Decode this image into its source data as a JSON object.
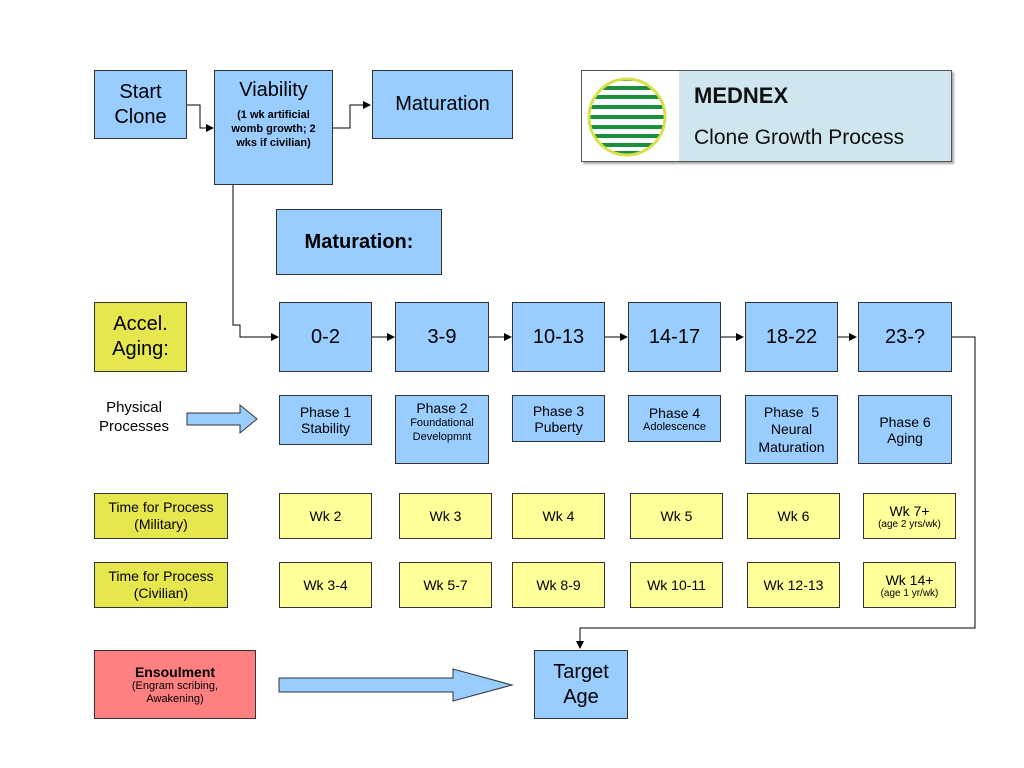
{
  "start": {
    "label": "Start Clone"
  },
  "viability": {
    "title": "Viability",
    "note": "(1 wk artificial womb growth; 2 wks if civilian)"
  },
  "maturation_top": {
    "label": "Maturation"
  },
  "brand": {
    "company": "MEDNEX",
    "subtitle": "Clone Growth Process",
    "logo_icon": "striped-globe-icon"
  },
  "maturation_header": {
    "label": "Maturation:"
  },
  "accel": {
    "label": "Accel. Aging:"
  },
  "ages": [
    {
      "label": "0-2"
    },
    {
      "label": "3-9"
    },
    {
      "label": "10-13"
    },
    {
      "label": "14-17"
    },
    {
      "label": "18-22"
    },
    {
      "label": "23-?"
    }
  ],
  "physical": {
    "label": "Physical Processes"
  },
  "phases": [
    {
      "name": "Phase 1",
      "desc": "Stability"
    },
    {
      "name": "Phase 2",
      "desc": "Foundational Developmnt"
    },
    {
      "name": "Phase 3",
      "desc": "Puberty"
    },
    {
      "name": "Phase 4",
      "desc": "Adolescence"
    },
    {
      "name": "Phase  5",
      "desc": "Neural Maturation"
    },
    {
      "name": "Phase 6",
      "desc": "Aging"
    }
  ],
  "military": {
    "label": "Time for Process (Military)",
    "weeks": [
      {
        "main": "Wk 2",
        "note": ""
      },
      {
        "main": "Wk 3",
        "note": ""
      },
      {
        "main": "Wk 4",
        "note": ""
      },
      {
        "main": "Wk 5",
        "note": ""
      },
      {
        "main": "Wk 6",
        "note": ""
      },
      {
        "main": "Wk 7+",
        "note": "(age 2 yrs/wk)"
      }
    ]
  },
  "civilian": {
    "label": "Time for Process (Civilian)",
    "weeks": [
      {
        "main": "Wk 3-4",
        "note": ""
      },
      {
        "main": "Wk 5-7",
        "note": ""
      },
      {
        "main": "Wk 8-9",
        "note": ""
      },
      {
        "main": "Wk 10-11",
        "note": ""
      },
      {
        "main": "Wk 12-13",
        "note": ""
      },
      {
        "main": "Wk 14+",
        "note": "(age 1 yr/wk)"
      }
    ]
  },
  "ensoulment": {
    "title": "Ensoulment",
    "note": "(Engram scribing, Awakening)"
  },
  "target": {
    "label": "Target Age"
  },
  "colors": {
    "blue": "#99ccff",
    "yellow": "#ffff99",
    "olive": "#e6e64d",
    "pink": "#ff8080"
  }
}
